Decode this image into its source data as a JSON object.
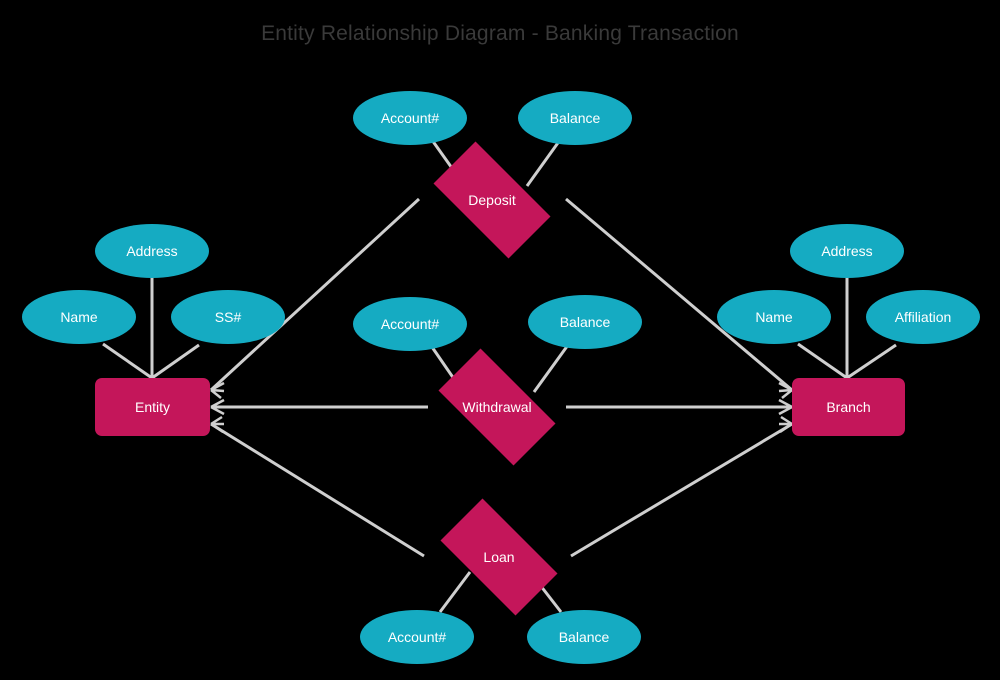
{
  "title": "Entity Relationship Diagram - Banking Transaction",
  "colors": {
    "background": "#000000",
    "title_text": "#3a3a3a",
    "attribute_fill": "#15abc2",
    "entity_fill": "#c4165a",
    "relationship_fill": "#c4165a",
    "edge_line": "#cfcfcf",
    "node_text": "#ffffff"
  },
  "entities": [
    {
      "id": "entity",
      "label": "Entity"
    },
    {
      "id": "branch",
      "label": "Branch"
    }
  ],
  "relationships": [
    {
      "id": "deposit",
      "label": "Deposit"
    },
    {
      "id": "withdrawal",
      "label": "Withdrawal"
    },
    {
      "id": "loan",
      "label": "Loan"
    }
  ],
  "attributes": {
    "deposit": [
      {
        "id": "deposit-account",
        "label": "Account#"
      },
      {
        "id": "deposit-balance",
        "label": "Balance"
      }
    ],
    "withdrawal": [
      {
        "id": "withdrawal-account",
        "label": "Account#"
      },
      {
        "id": "withdrawal-balance",
        "label": "Balance"
      }
    ],
    "loan": [
      {
        "id": "loan-account",
        "label": "Account#"
      },
      {
        "id": "loan-balance",
        "label": "Balance"
      }
    ],
    "entity": [
      {
        "id": "entity-address",
        "label": "Address"
      },
      {
        "id": "entity-name",
        "label": "Name"
      },
      {
        "id": "entity-ss",
        "label": "SS#"
      }
    ],
    "branch": [
      {
        "id": "branch-address",
        "label": "Address"
      },
      {
        "id": "branch-name",
        "label": "Name"
      },
      {
        "id": "branch-affiliation",
        "label": "Affiliation"
      }
    ]
  },
  "connections": [
    {
      "from": "entity",
      "to": "deposit",
      "notation": "crows-foot"
    },
    {
      "from": "entity",
      "to": "withdrawal",
      "notation": "crows-foot"
    },
    {
      "from": "entity",
      "to": "loan",
      "notation": "crows-foot"
    },
    {
      "from": "deposit",
      "to": "branch",
      "notation": "crows-foot"
    },
    {
      "from": "withdrawal",
      "to": "branch",
      "notation": "crows-foot"
    },
    {
      "from": "loan",
      "to": "branch",
      "notation": "crows-foot"
    }
  ]
}
